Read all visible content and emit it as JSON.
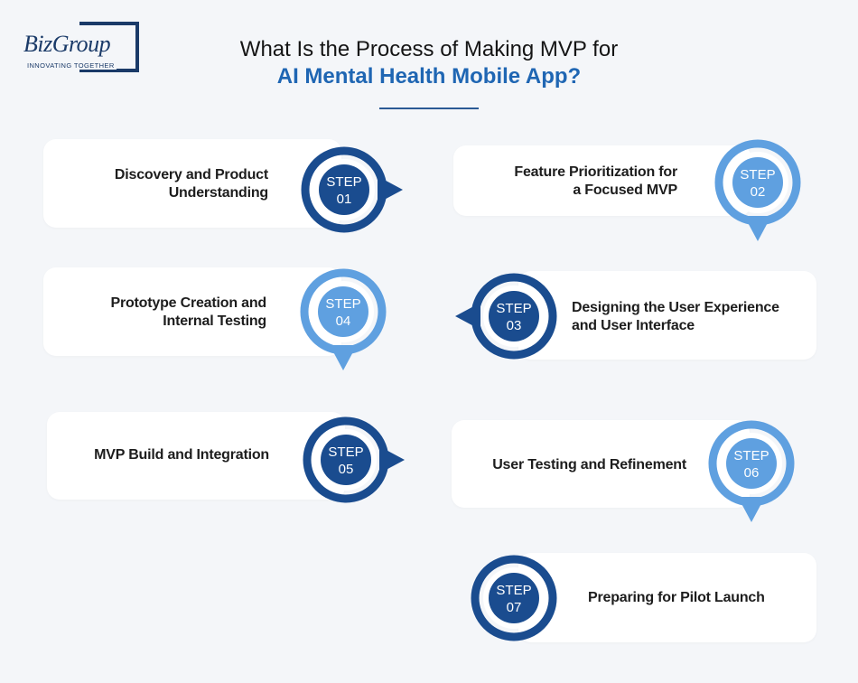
{
  "logo": {
    "brand": "BizGroup",
    "tagline": "INNOVATING TOGETHER"
  },
  "title": {
    "line1": "What Is the Process of Making MVP for",
    "line2": "AI Mental Health Mobile App?"
  },
  "colors": {
    "dark_blue": "#1a4c8f",
    "light_blue": "#5fa0e0",
    "title_blue": "#1f66b3",
    "background": "#f4f6f9"
  },
  "steps": [
    {
      "step_word": "STEP",
      "number": "01",
      "label_lines": [
        "Discovery and Product",
        "Understanding"
      ]
    },
    {
      "step_word": "STEP",
      "number": "02",
      "label_lines": [
        "Feature Prioritization for",
        "a Focused MVP"
      ]
    },
    {
      "step_word": "STEP",
      "number": "03",
      "label_lines": [
        "Designing the User Experience",
        "and User Interface"
      ]
    },
    {
      "step_word": "STEP",
      "number": "04",
      "label_lines": [
        "Prototype Creation and",
        "Internal Testing"
      ]
    },
    {
      "step_word": "STEP",
      "number": "05",
      "label_lines": [
        "MVP Build and Integration"
      ]
    },
    {
      "step_word": "STEP",
      "number": "06",
      "label_lines": [
        "User Testing and Refinement"
      ]
    },
    {
      "step_word": "STEP",
      "number": "07",
      "label_lines": [
        "Preparing for Pilot Launch"
      ]
    }
  ]
}
